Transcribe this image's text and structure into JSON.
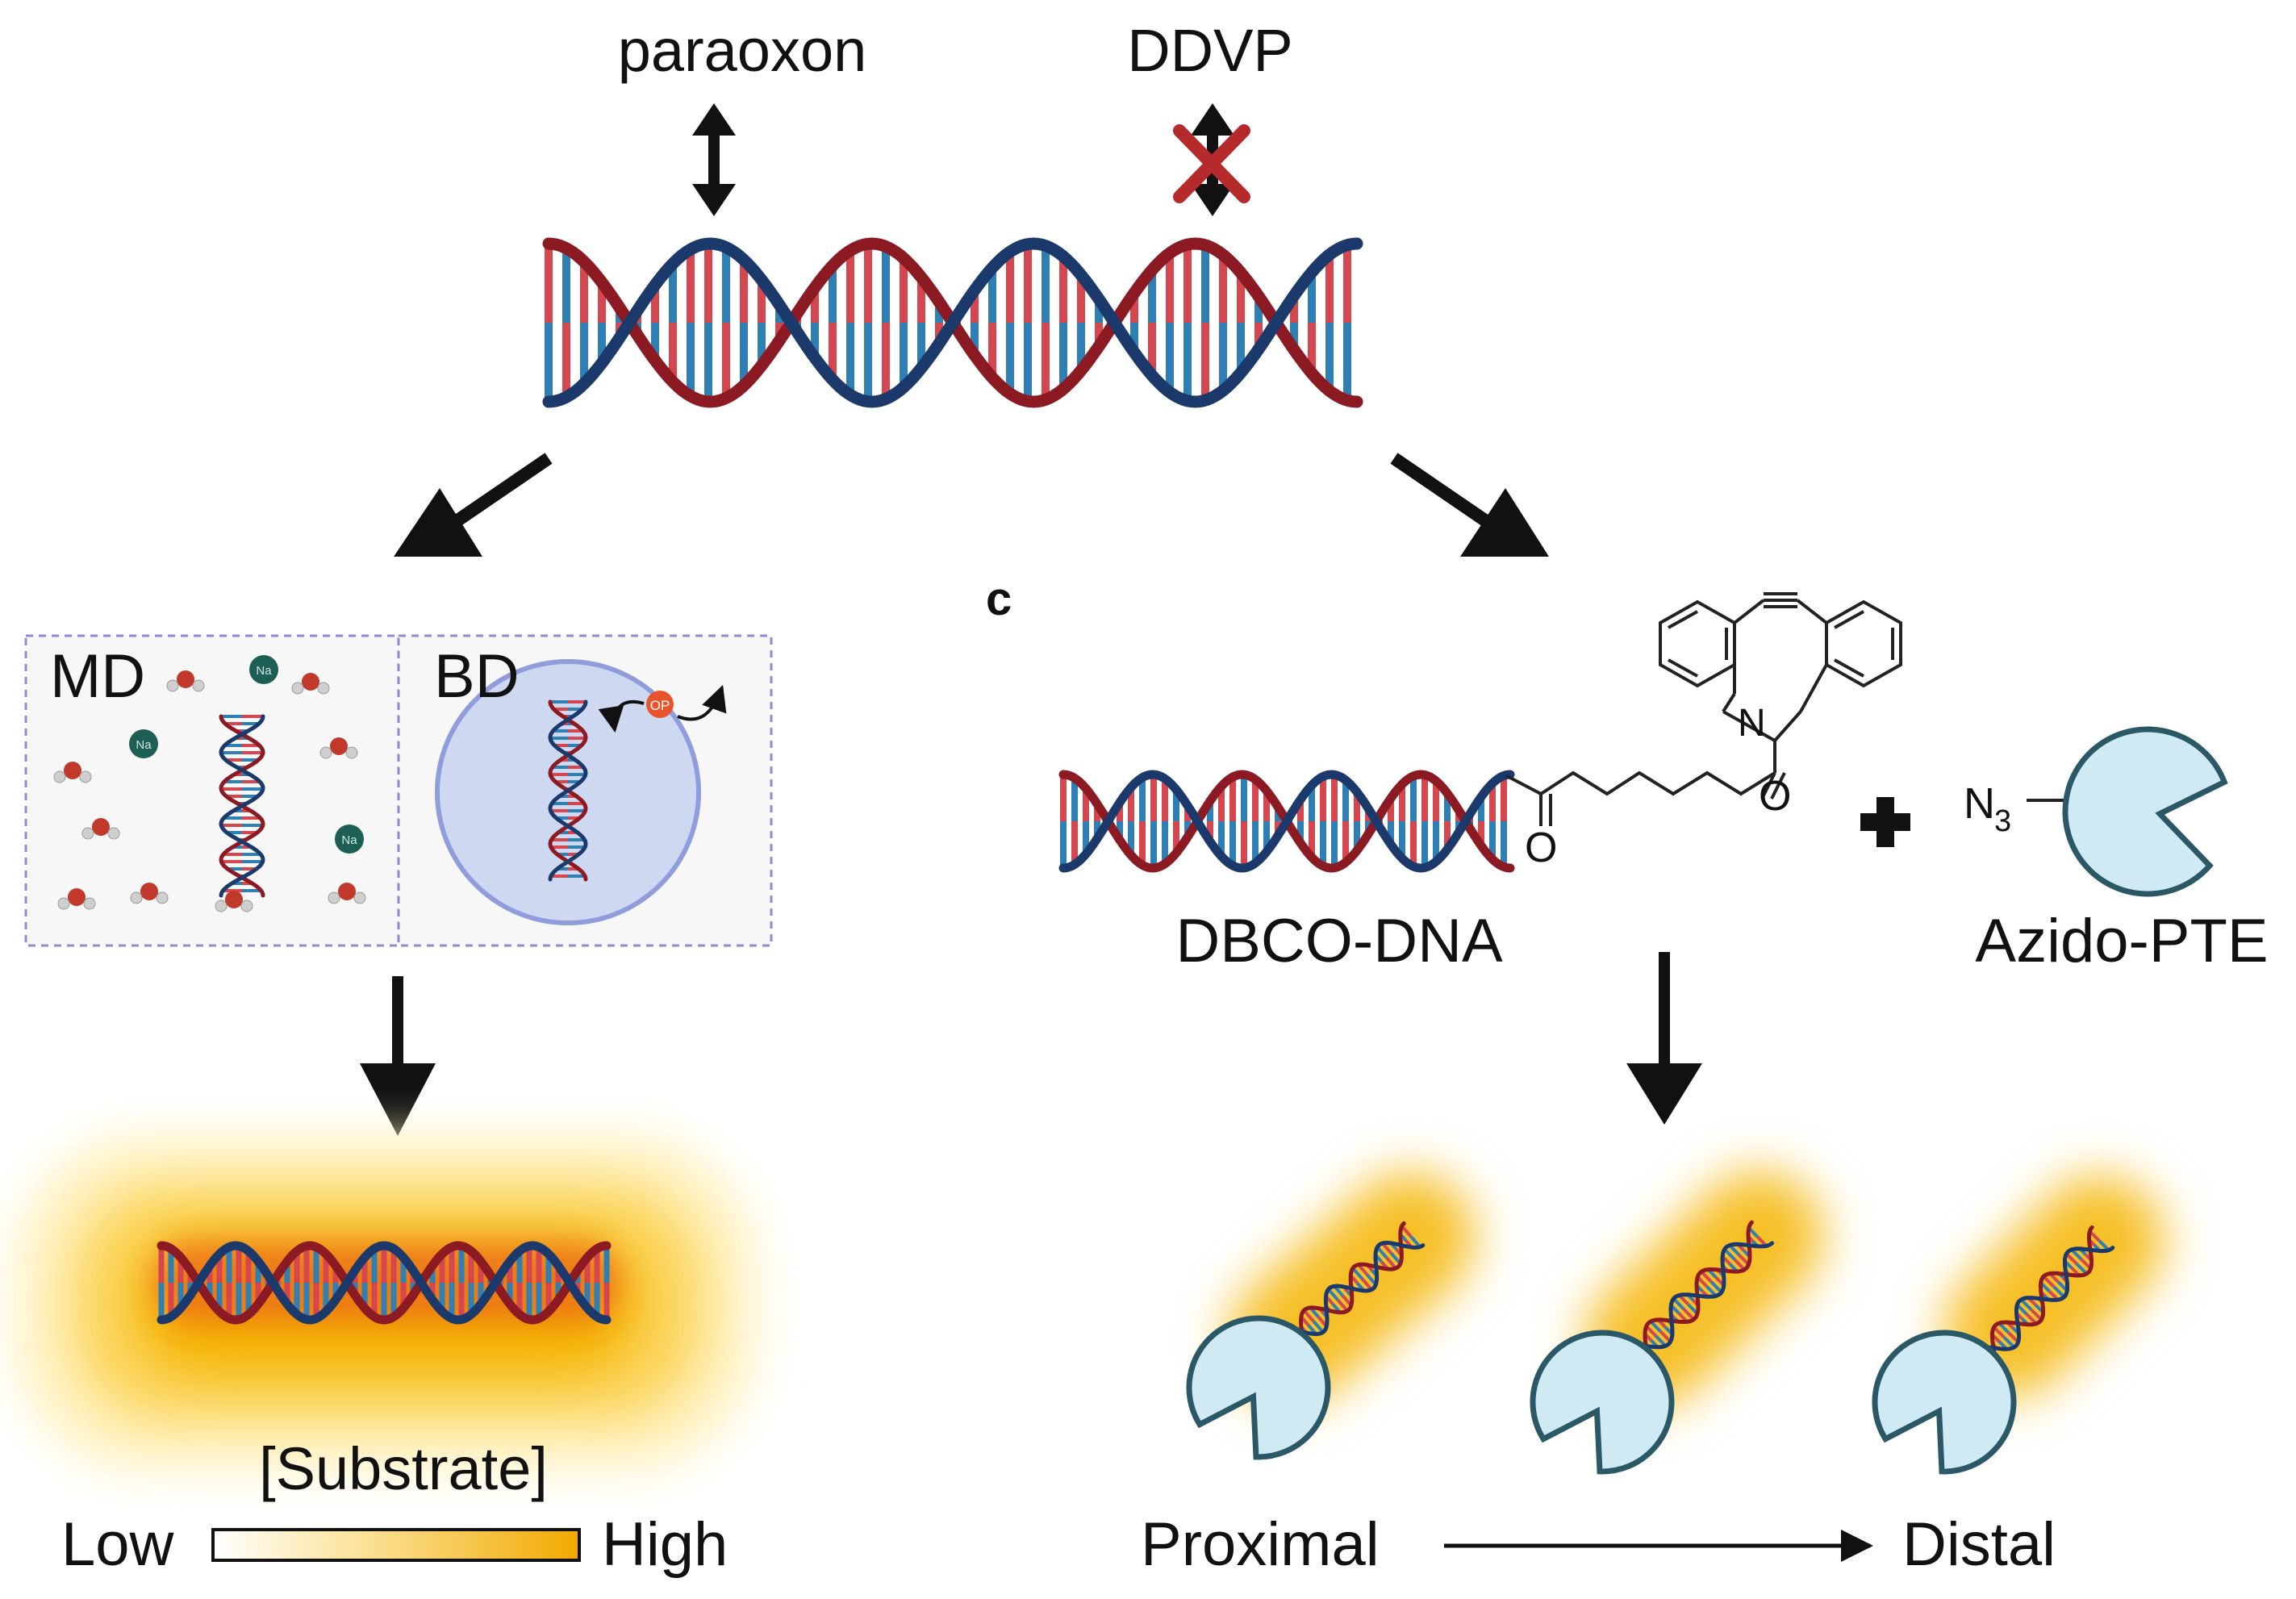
{
  "labels": {
    "paraoxon": "paraoxon",
    "ddvp": "DDVP",
    "panel_c": "c",
    "md": "MD",
    "bd": "BD",
    "op": "OP",
    "na": "Na",
    "o": "O",
    "n": "N",
    "dbco_dna": "DBCO-DNA",
    "n3": "N",
    "n3_sub": "3",
    "azido_pte": "Azido-PTE",
    "substrate": "[Substrate]",
    "low": "Low",
    "high": "High",
    "proximal": "Proximal",
    "distal": "Distal"
  },
  "colors": {
    "strand_red": "#8b1a22",
    "strand_blue": "#1b3a6b",
    "base_red": "#d4474f",
    "base_blue": "#2e7fb3",
    "cross": "#b52a2a",
    "enzyme_fill": "#cfeaf2",
    "enzyme_stroke": "#2b5866",
    "glow": "#f5b700",
    "op_dot": "#e8552c",
    "na_dot": "#1d5e55",
    "water_o": "#c0392b",
    "bd_circle": "#c9d3f1"
  }
}
